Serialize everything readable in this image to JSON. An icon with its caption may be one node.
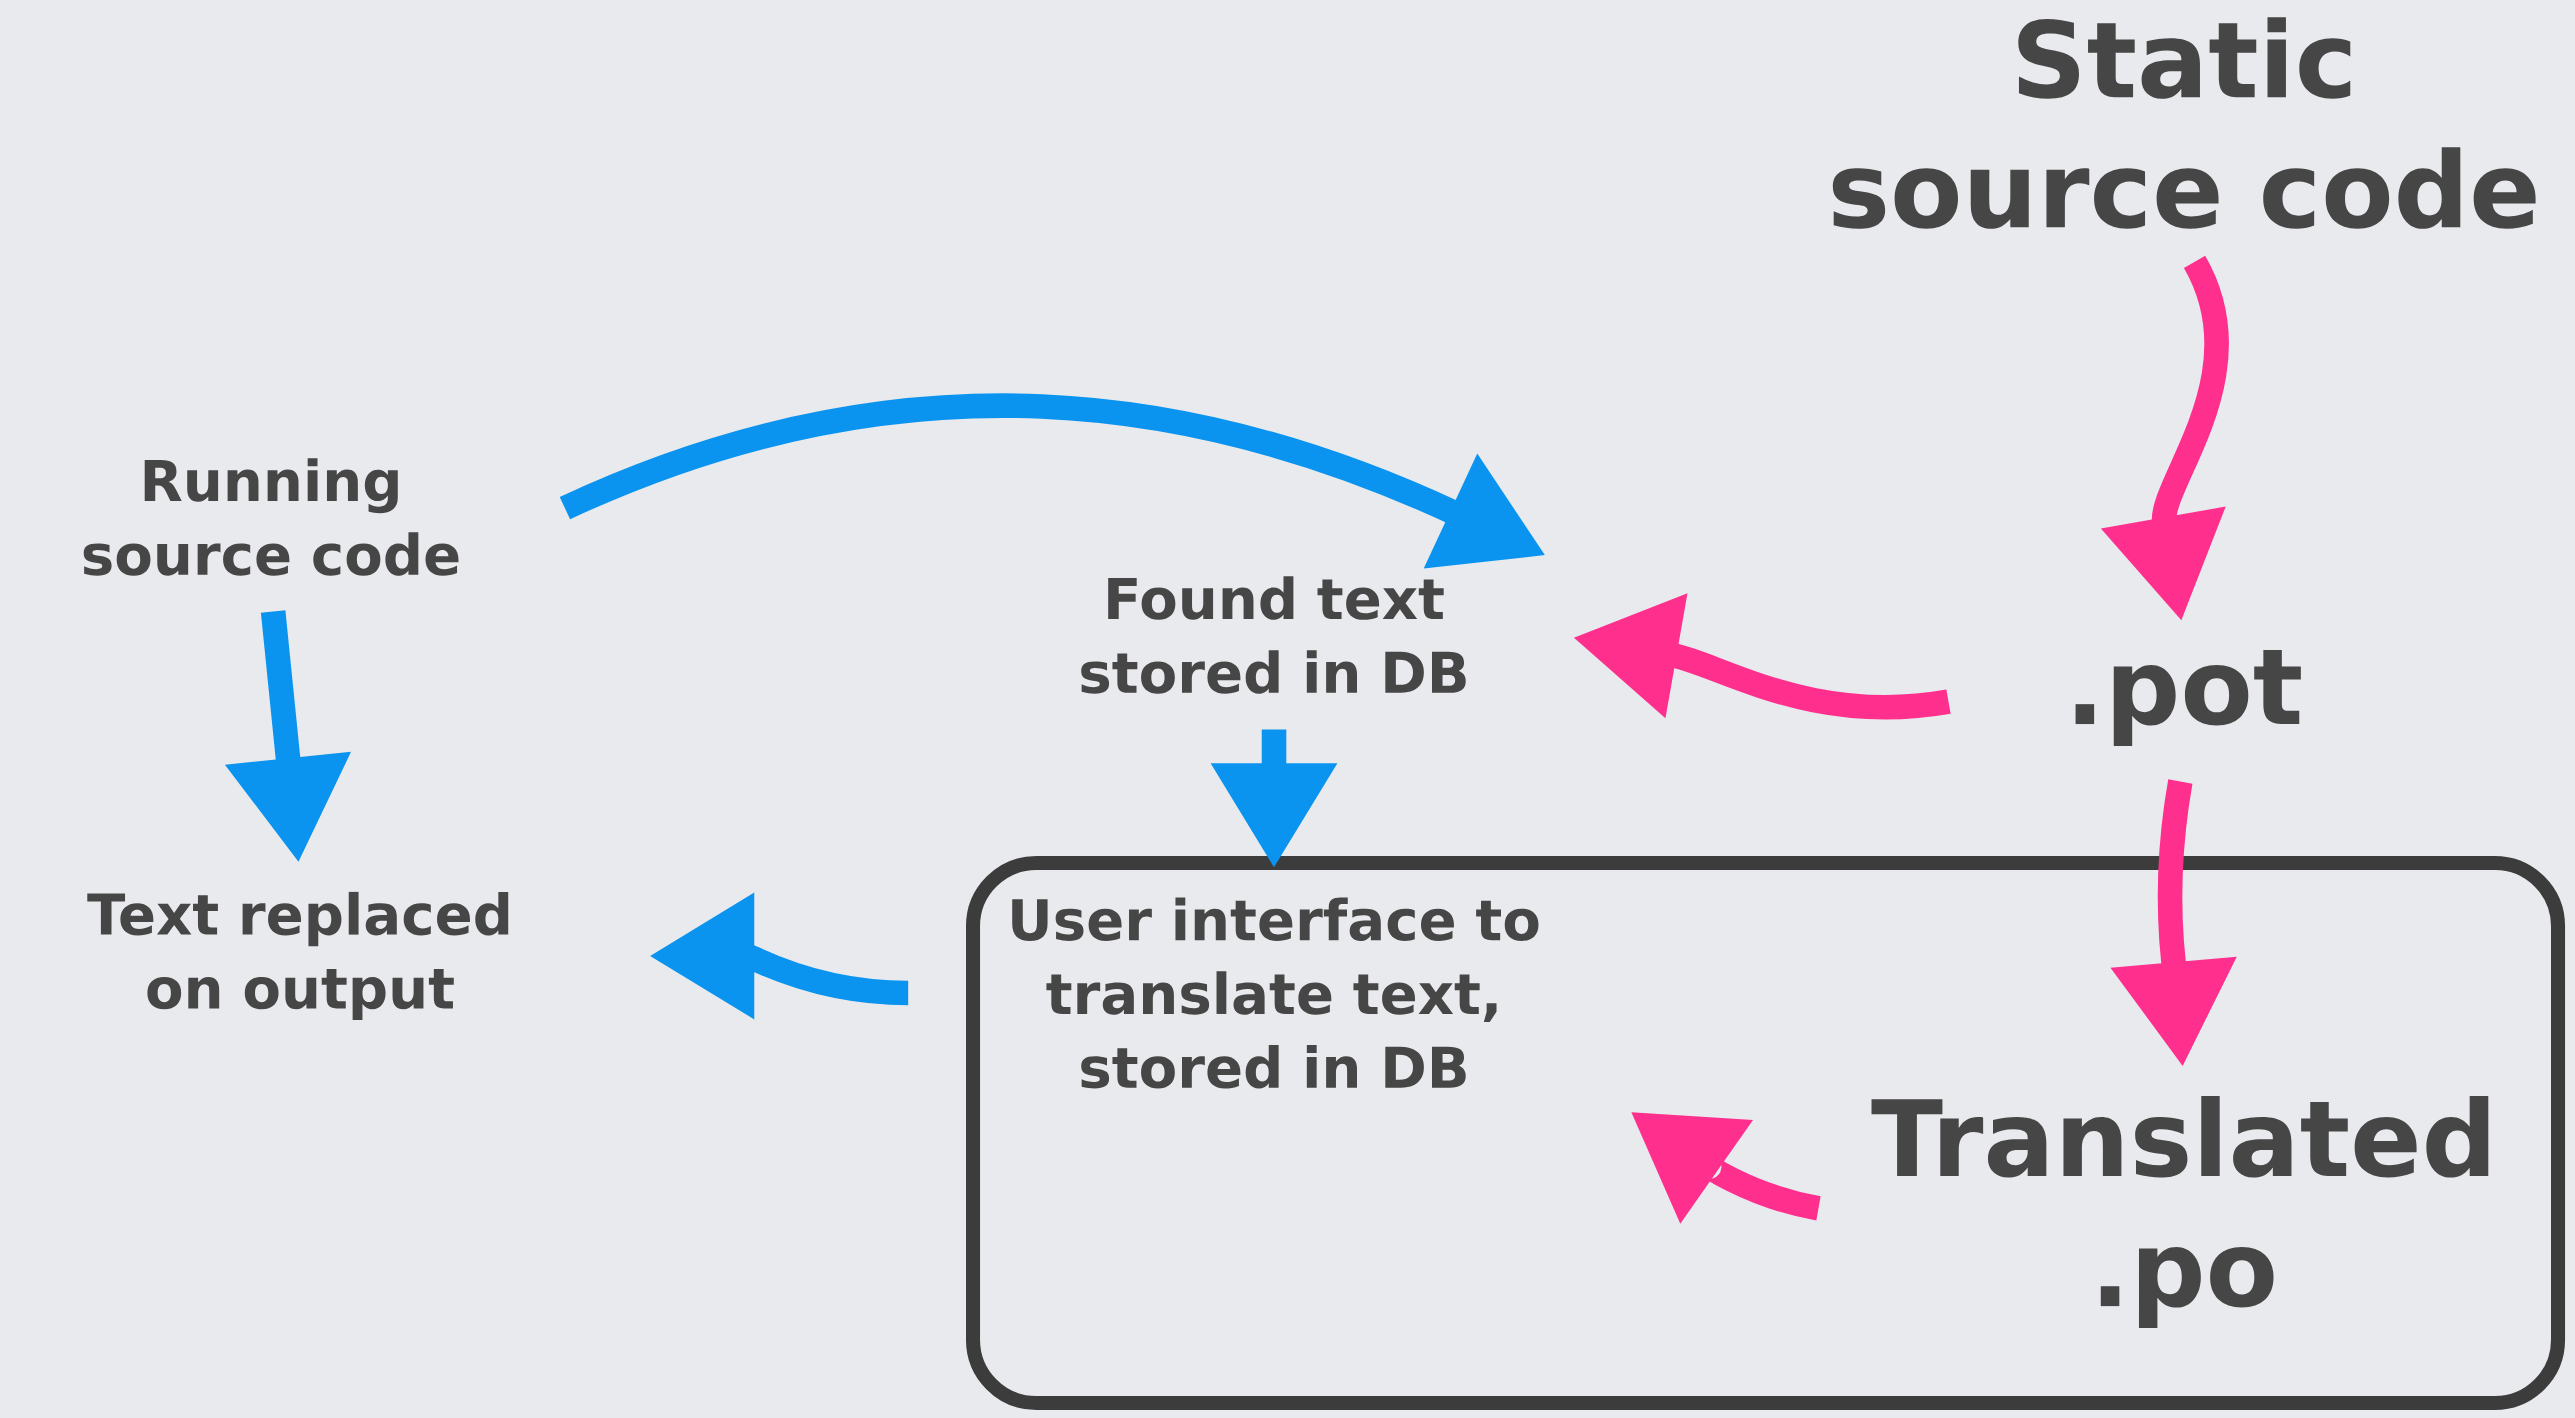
{
  "diagram": {
    "nodes": [
      {
        "text": [
          "Running source code"
        ]
      },
      {
        "text": [
          "Found text stored in DB"
        ]
      },
      {
        "text": [
          "Static source code"
        ]
      },
      {
        "text": [
          ".pot"
        ]
      },
      {
        "text": [
          "Text replaced on output"
        ]
      },
      {
        "text": [],
        "shape": "box"
      },
      {
        "text": [
          "User interface to translate text, stored in DB"
        ],
        "in": 5
      },
      {
        "text": [
          "Translated .po"
        ],
        "in": 5
      }
    ],
    "edges": [
      {
        "from": 0,
        "to": 1,
        "arrow": "to",
        "color": "#0a94ef"
      },
      {
        "from": 0,
        "to": 4,
        "arrow": "to",
        "color": "#0a94ef"
      },
      {
        "from": 1,
        "to": 6,
        "arrow": "to",
        "color": "#0a94ef"
      },
      {
        "from": 6,
        "to": 4,
        "arrow": "to",
        "color": "#0a94ef"
      },
      {
        "from": 2,
        "to": 3,
        "arrow": "to",
        "color": "#ff2f8e"
      },
      {
        "from": 3,
        "to": 1,
        "arrow": "to",
        "color": "#ff2f8e"
      },
      {
        "from": 3,
        "to": 7,
        "arrow": "to",
        "color": "#ff2f8e"
      },
      {
        "from": 7,
        "to": 6,
        "arrow": "to",
        "color": "#ff2f8e"
      }
    ]
  }
}
